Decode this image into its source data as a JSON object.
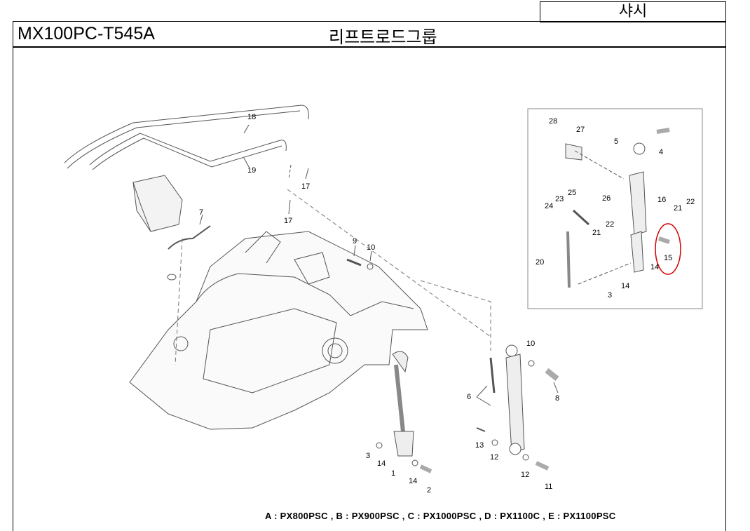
{
  "header": {
    "chassis": "샤시",
    "model": "MX100PC-T545A",
    "group_title": "리프트로드그룹"
  },
  "callouts": [
    "1",
    "2",
    "3",
    "4",
    "5",
    "6",
    "7",
    "8",
    "9",
    "10",
    "11",
    "12",
    "13",
    "14",
    "15",
    "16",
    "17",
    "18",
    "19",
    "20",
    "21",
    "22",
    "23",
    "24",
    "25",
    "26",
    "27",
    "28"
  ],
  "footer": {
    "variants": "A : PX800PSC , B : PX900PSC , C : PX1000PSC , D : PX1100C , E : PX1100PSC"
  },
  "colors": {
    "highlight": "#d40000",
    "line": "#000000"
  }
}
